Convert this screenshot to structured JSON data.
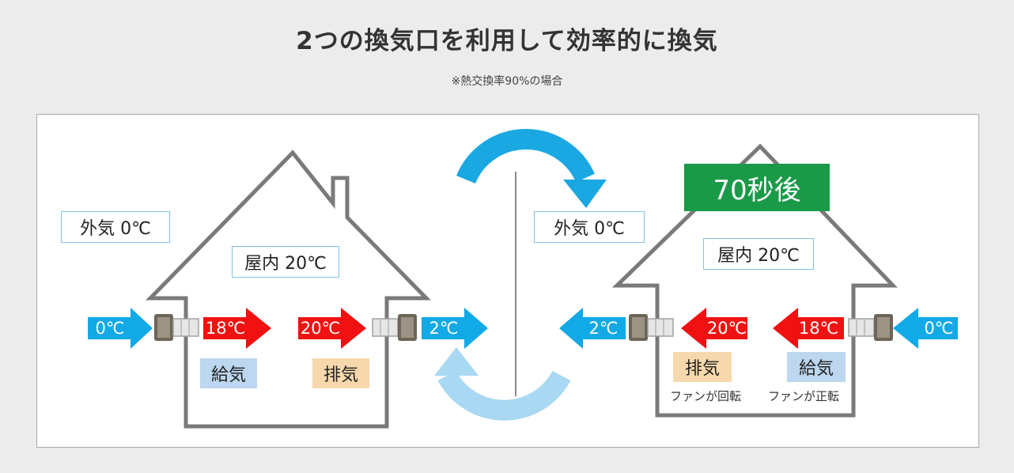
{
  "title": "2つの換気口を利用して効率的に換気",
  "subtitle": "※熱交換率90%の場合",
  "left_house": {
    "outside_label": "外気 0℃",
    "inside_label": "屋内 20℃",
    "in_arrow_temp": "0℃",
    "supply_temp": "18℃",
    "exhaust_temp": "20℃",
    "out_arrow_temp": "2℃",
    "supply_tag": "給気",
    "exhaust_tag": "排気"
  },
  "right_house": {
    "badge": "70秒後",
    "outside_label": "外気 0℃",
    "inside_label": "屋内 20℃",
    "out_arrow_temp": "2℃",
    "exhaust_temp": "20℃",
    "supply_temp": "18℃",
    "in_arrow_temp": "0℃",
    "exhaust_tag": "排気",
    "supply_tag": "給気",
    "exhaust_note": "ファンが回転",
    "supply_note": "ファンが正転"
  },
  "colors": {
    "cold_arrow": "#11a9e6",
    "warm_arrow": "#f01212",
    "cycle_top": "#1aa8e3",
    "cycle_bottom": "#a9d8f3",
    "house_outline": "#7a7a7a",
    "badge": "#1a9a48"
  }
}
